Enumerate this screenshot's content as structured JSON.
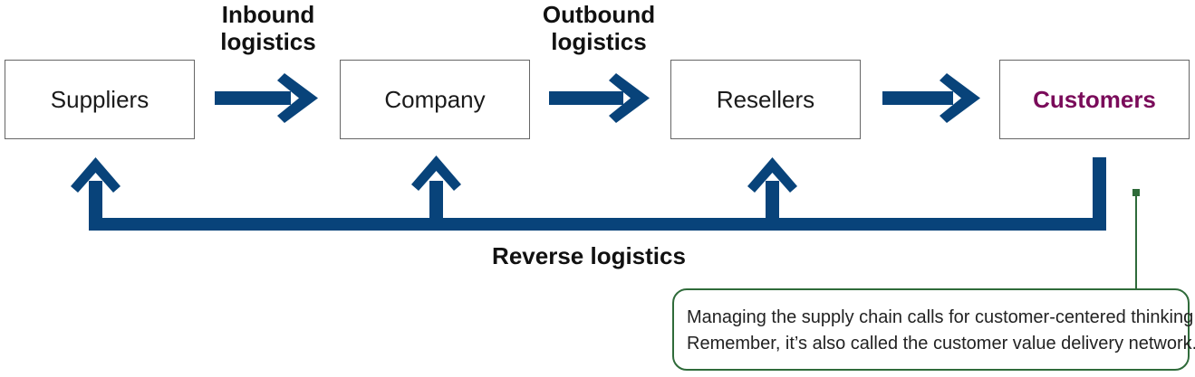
{
  "colors": {
    "arrow": "#08437a",
    "accent_customers": "#7a0b5a",
    "callout_border": "#2f6b3a"
  },
  "nodes": {
    "suppliers": "Suppliers",
    "company": "Company",
    "resellers": "Resellers",
    "customers": "Customers"
  },
  "labels": {
    "inbound_line1": "Inbound",
    "inbound_line2": "logistics",
    "outbound_line1": "Outbound",
    "outbound_line2": "logistics",
    "reverse": "Reverse logistics"
  },
  "callout": {
    "line1": "Managing the supply chain calls for customer-centered thinking.",
    "line2": "Remember, it’s also called the customer value  delivery network."
  }
}
